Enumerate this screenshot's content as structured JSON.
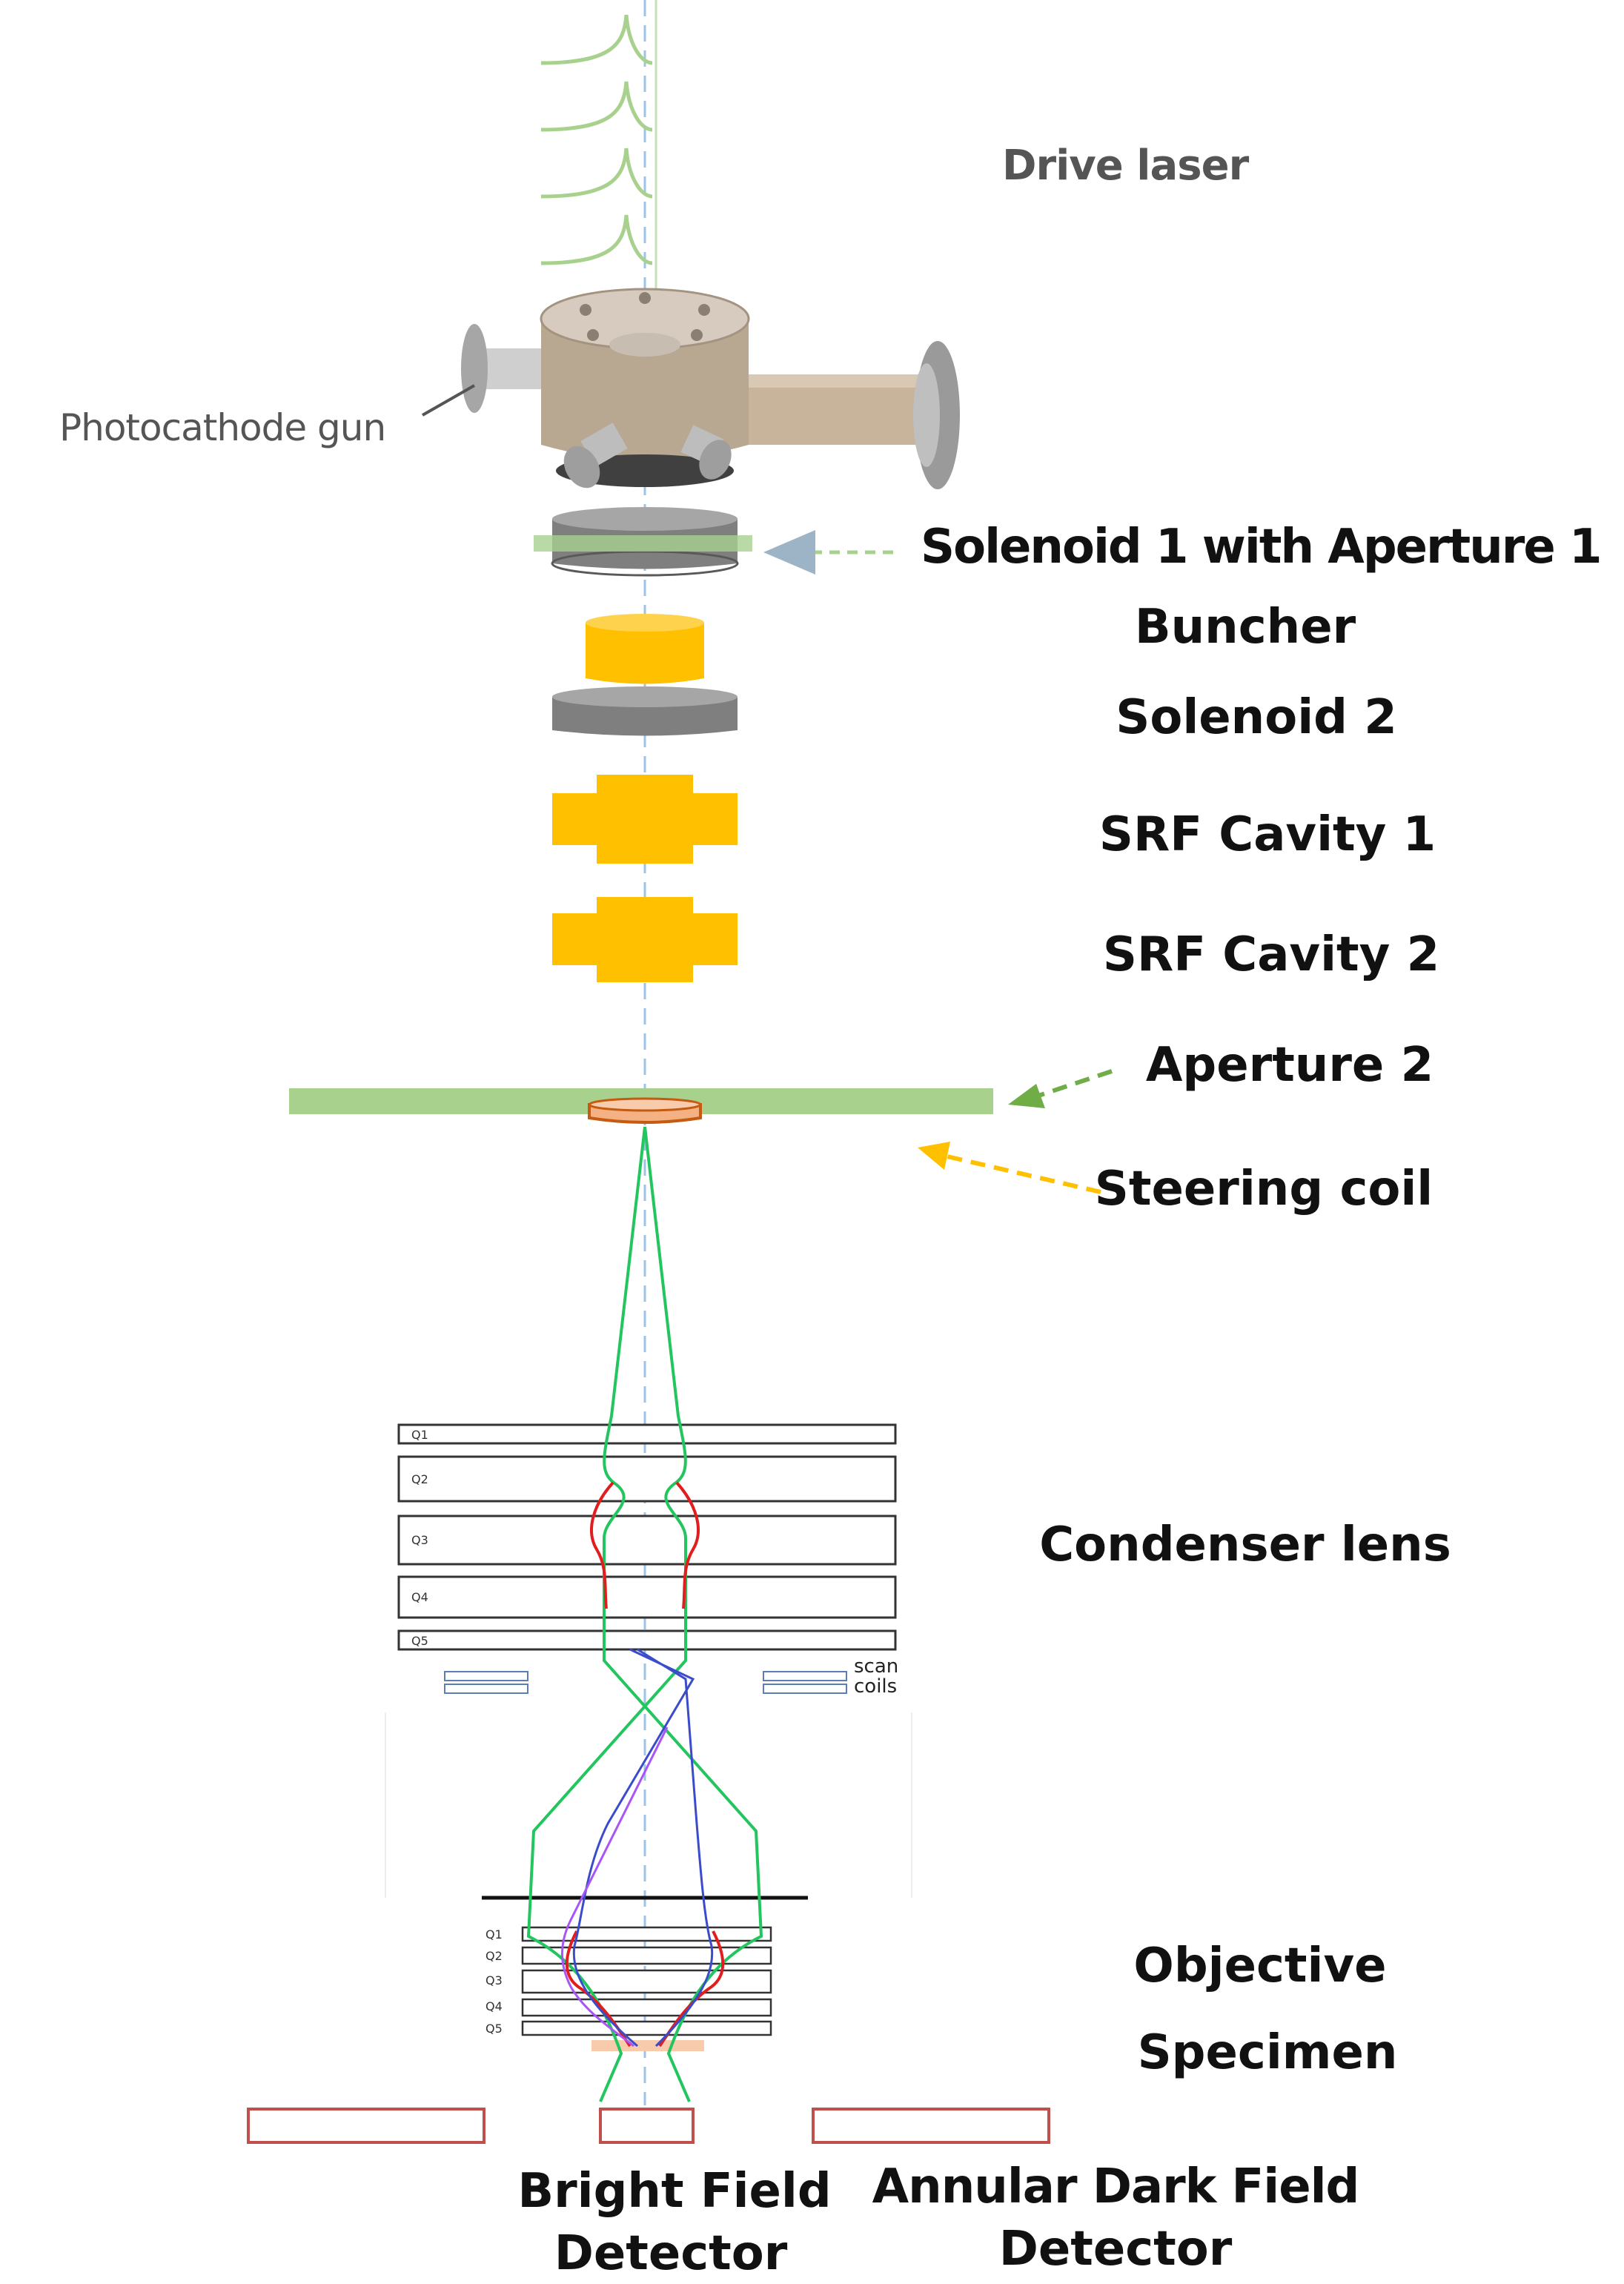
{
  "labels": {
    "drive_laser": "Drive laser",
    "photocathode_gun": "Photocathode gun",
    "solenoid1": "Solenoid 1 with  Aperture 1",
    "buncher": "Buncher",
    "solenoid2": "Solenoid 2",
    "srf1": "SRF Cavity 1",
    "srf2": "SRF Cavity 2",
    "aperture2": "Aperture 2",
    "steering_coil": "Steering coil",
    "condenser_lens": "Condenser lens",
    "scan": "scan",
    "coils": "coils",
    "objective": "Objective",
    "specimen": "Specimen",
    "bright_field_line1": "Bright Field",
    "bright_field_line2": "Detector",
    "adf_line1": "Annular  Dark Field",
    "adf_line2": "Detector"
  },
  "condenser_quads": [
    "Q1",
    "Q2",
    "Q3",
    "Q4",
    "Q5"
  ],
  "objective_quads": [
    "Q1",
    "Q2",
    "Q3",
    "Q4",
    "Q5"
  ],
  "colors": {
    "gold": "#FFC000",
    "solenoid_grey": "#7F7F7F",
    "aperture_green": "#A9D18E",
    "detector_red": "#C0504D",
    "ray_green": "#22C55E",
    "ray_red": "#E11D1D",
    "ray_blue": "#3B4CCA",
    "ray_purple": "#A855F7",
    "axis_blue": "#9DC3E6"
  }
}
